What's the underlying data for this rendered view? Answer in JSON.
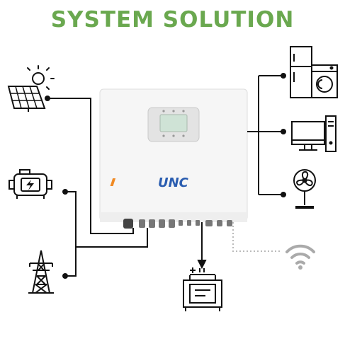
{
  "title": "SYSTEM SOLUTION",
  "brand": "UNC",
  "colors": {
    "title": "#6aa84f",
    "line": "#111111",
    "wifi_line": "#bbbbbb",
    "inverter_body": "#f6f6f6",
    "brand_blue": "#2a5db0",
    "brand_orange": "#f08a24",
    "lcd": "#cfe3d6"
  },
  "sources": [
    {
      "name": "solar",
      "icon": "solar-panel-sun-icon"
    },
    {
      "name": "generator",
      "icon": "generator-icon"
    },
    {
      "name": "grid",
      "icon": "transmission-tower-icon"
    }
  ],
  "loads": [
    {
      "name": "appliances",
      "icon": "fridge-washer-icon"
    },
    {
      "name": "computer",
      "icon": "desktop-computer-icon"
    },
    {
      "name": "fan",
      "icon": "electric-fan-icon"
    }
  ],
  "battery": {
    "icon": "battery-icon"
  },
  "monitoring": {
    "icon": "wifi-icon"
  }
}
